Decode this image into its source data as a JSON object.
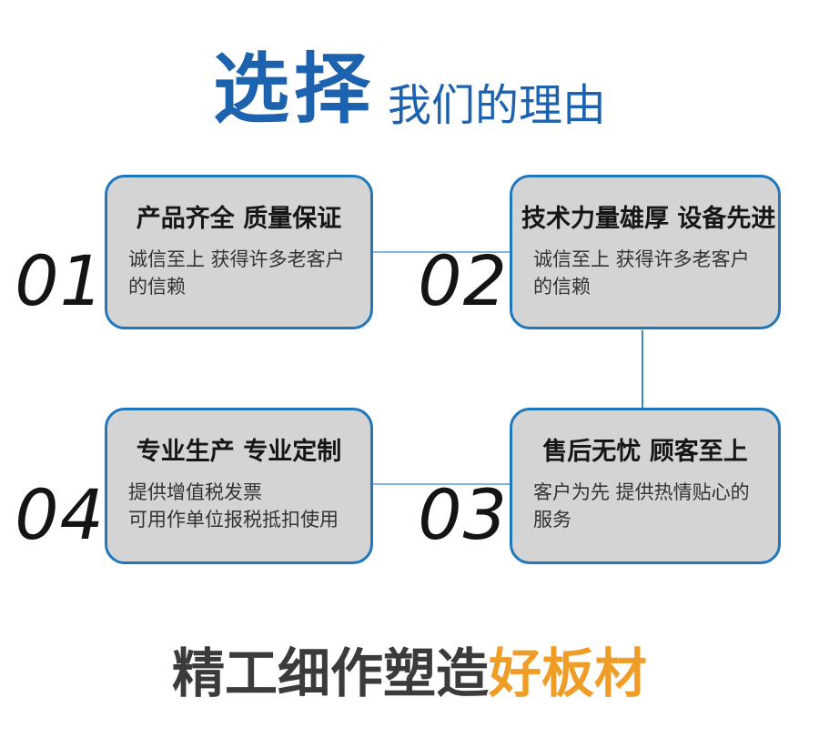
{
  "header": {
    "title_main": "选择",
    "title_sub": "我们的理由"
  },
  "reasons": [
    {
      "number": "01",
      "title": "产品齐全 质量保证",
      "desc": "诚信至上 获得许多老客户\n的信赖"
    },
    {
      "number": "02",
      "title": "技术力量雄厚 设备先进",
      "desc": "诚信至上 获得许多老客户\n的信赖"
    },
    {
      "number": "03",
      "title": "售后无忧 顾客至上",
      "desc": "客户为先 提供热情贴心的\n服务"
    },
    {
      "number": "04",
      "title": "专业生产 专业定制",
      "desc": "提供增值税发票\n可用作单位报税抵扣使用"
    }
  ],
  "tagline": {
    "prefix": "精工细作塑造",
    "highlight": "好板材"
  },
  "colors": {
    "title_blue": "#1d62ae",
    "card_border_blue": "#1e78bb",
    "card_fill_gray": "#d4d4d4",
    "connector_horizontal_blue": "#86b4d6",
    "connector_vertical_blue": "#3e84bd",
    "number_black": "#141414",
    "card_title_black": "#161616",
    "card_desc_gray": "#333333",
    "tagline_dark": "#3b3b3b",
    "tagline_orange": "#f09d28"
  }
}
